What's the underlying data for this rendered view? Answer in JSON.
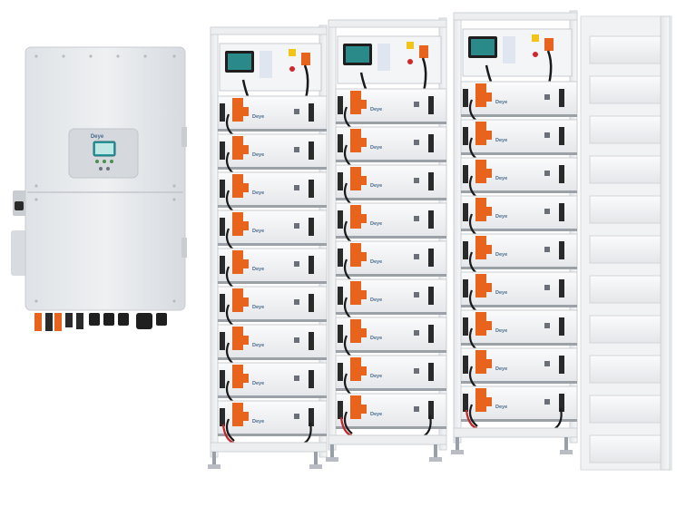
{
  "inverter": {
    "brand": "Deye"
  },
  "rack_modules": {
    "brand": "Deye",
    "modules_per_rack": 9,
    "racks": 3
  },
  "colors": {
    "inverter_body": "#e9ebee",
    "cabinet_frame": "#f2f3f5",
    "module_face": "#f5f6f8",
    "connector_orange": "#e8641c",
    "cable_black": "#1a1a1a",
    "cable_red": "#c0262a",
    "display_teal": "#2a8a8a"
  },
  "icons": [
    "inverter-unit",
    "battery-rack",
    "battery-module",
    "connector-plug",
    "bms-control-panel"
  ]
}
